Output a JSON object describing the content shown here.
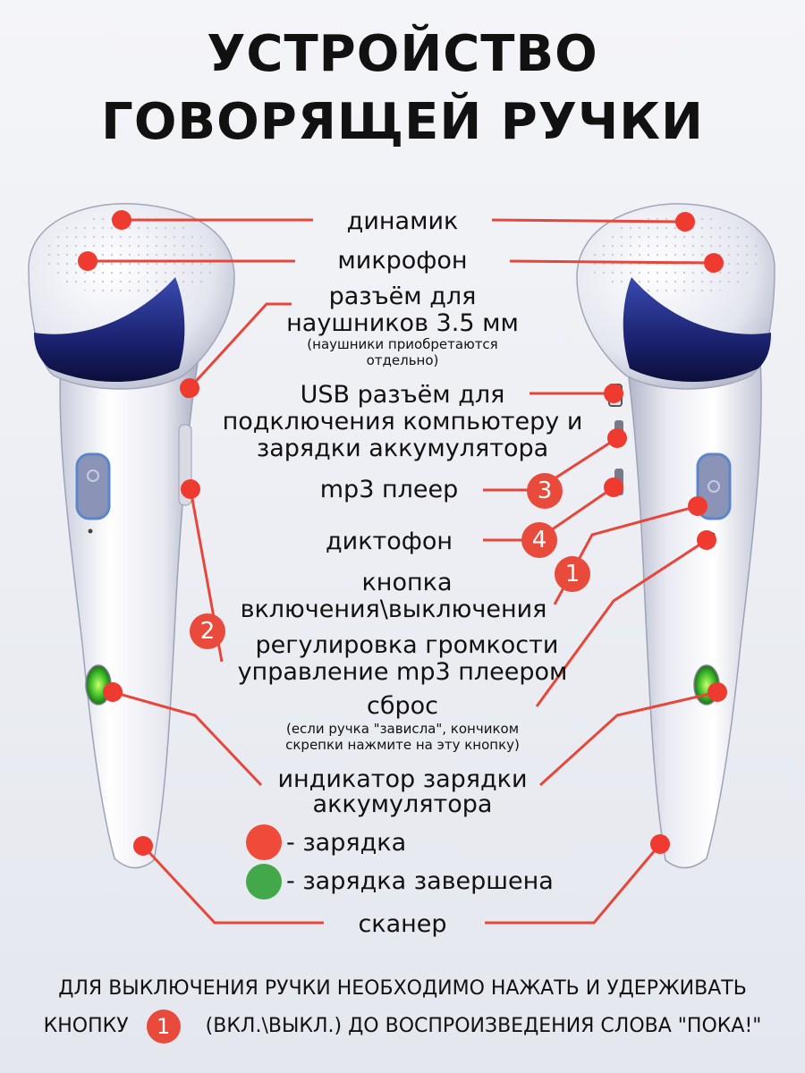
{
  "title": {
    "line1": "УСТРОЙСТВО",
    "line2": "ГОВОРЯЩЕЙ РУЧКИ"
  },
  "labels": {
    "speaker": "динамик",
    "microphone": "микрофон",
    "jack_line1": "разъём для",
    "jack_line2": "наушников 3.5 мм",
    "jack_note1": "(наушники приобретаются",
    "jack_note2": "отдельно)",
    "usb_line1": "USB разъём для",
    "usb_line2": "подключения компьютеру и",
    "usb_line3": "зарядки аккумулятора",
    "mp3": "mp3 плеер",
    "recorder": "диктофон",
    "power_line1": "кнопка",
    "power_line2": "включения\\выключения",
    "volume_line1": "регулировка громкости",
    "volume_line2": "управление mp3 плеером",
    "reset": "сброс",
    "reset_note1": "(если ручка \"зависла\", кончиком",
    "reset_note2": "скрепки нажмите на эту кнопку)",
    "indicator_line1": "индикатор зарядки",
    "indicator_line2": "аккумулятора",
    "charging": "- зарядка",
    "charged": "- зарядка завершена",
    "scanner": "сканер"
  },
  "numbers": {
    "n1": "1",
    "n2": "2",
    "n3": "3",
    "n4": "4"
  },
  "legend_colors": {
    "charging": "#ef4a3a",
    "charged": "#43a84a"
  },
  "accent_color": "#e84a3c",
  "footer": {
    "line1": "ДЛЯ ВЫКЛЮЧЕНИЯ РУЧКИ НЕОБХОДИМО НАЖАТЬ И УДЕРЖИВАТЬ",
    "line2_before": "КНОПКУ",
    "line2_num": "1",
    "line2_after": "(ВКЛ.\\ВЫКЛ.) ДО ВОСПРОИЗВЕДЕНИЯ СЛОВА \"ПОКА!\""
  }
}
